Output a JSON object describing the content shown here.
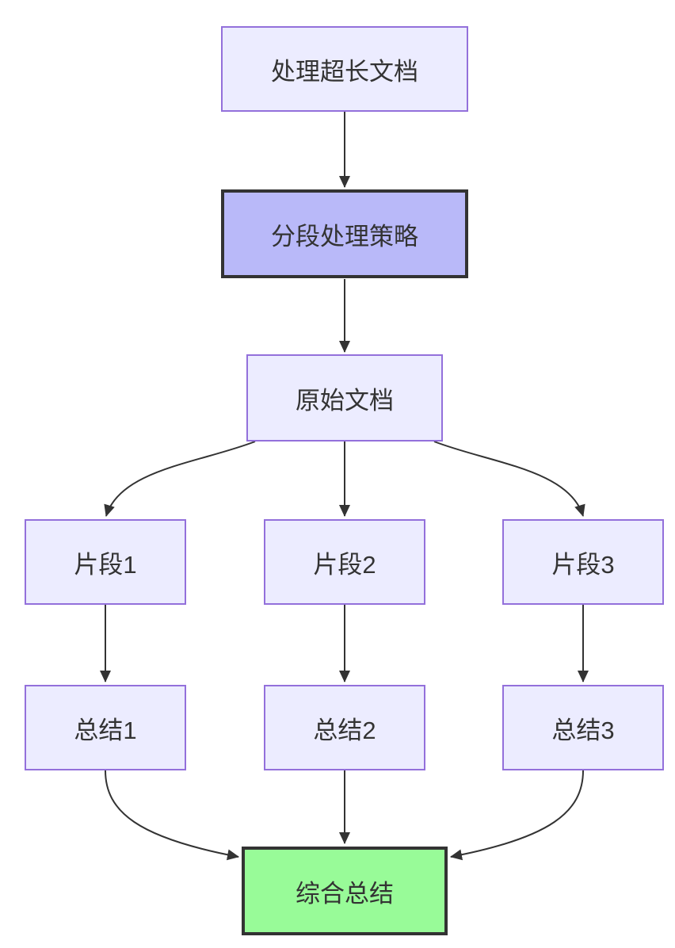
{
  "diagram": {
    "type": "flowchart",
    "direction": "top-down",
    "colors": {
      "node_fill": "#ECECFF",
      "node_border": "#9370DB",
      "highlight_fill": "#B9B9F9",
      "highlight_border": "#333333",
      "final_fill": "#98FB98",
      "final_border": "#333333",
      "edge": "#333333",
      "text": "#333333",
      "background": "#ffffff"
    },
    "nodes": [
      {
        "id": "A",
        "label": "处理超长文档",
        "style": "default"
      },
      {
        "id": "B",
        "label": "分段处理策略",
        "style": "highlight"
      },
      {
        "id": "C",
        "label": "原始文档",
        "style": "default"
      },
      {
        "id": "D1",
        "label": "片段1",
        "style": "default"
      },
      {
        "id": "D2",
        "label": "片段2",
        "style": "default"
      },
      {
        "id": "D3",
        "label": "片段3",
        "style": "default"
      },
      {
        "id": "E1",
        "label": "总结1",
        "style": "default"
      },
      {
        "id": "E2",
        "label": "总结2",
        "style": "default"
      },
      {
        "id": "E3",
        "label": "总结3",
        "style": "default"
      },
      {
        "id": "F",
        "label": "综合总结",
        "style": "final"
      }
    ],
    "edges": [
      {
        "from": "处理超长文档",
        "to": "分段处理策略"
      },
      {
        "from": "分段处理策略",
        "to": "原始文档"
      },
      {
        "from": "原始文档",
        "to": "片段1"
      },
      {
        "from": "原始文档",
        "to": "片段2"
      },
      {
        "from": "原始文档",
        "to": "片段3"
      },
      {
        "from": "片段1",
        "to": "总结1"
      },
      {
        "from": "片段2",
        "to": "总结2"
      },
      {
        "from": "片段3",
        "to": "总结3"
      },
      {
        "from": "总结1",
        "to": "综合总结"
      },
      {
        "from": "总结2",
        "to": "综合总结"
      },
      {
        "from": "总结3",
        "to": "综合总结"
      }
    ]
  }
}
